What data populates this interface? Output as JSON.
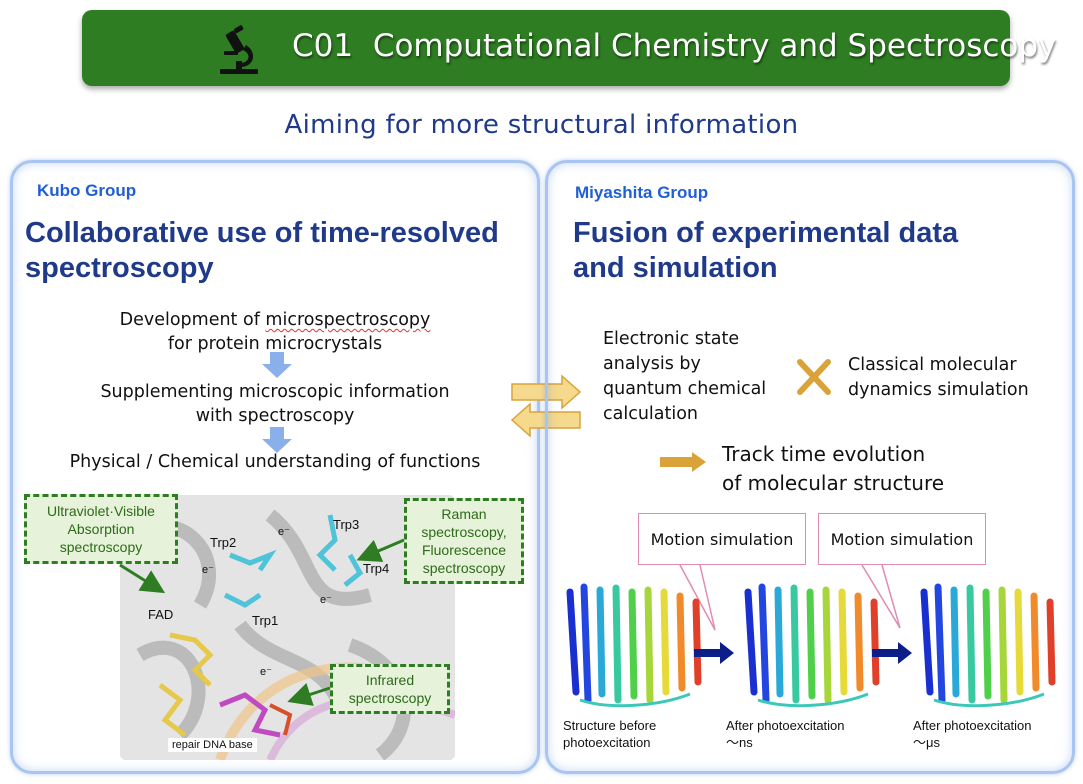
{
  "header": {
    "code": "C01",
    "title": "Computational Chemistry and Spectroscopy",
    "icon": "microscope-icon",
    "color": "#2e7d22"
  },
  "subtitle": "Aiming for more structural information",
  "left": {
    "group": "Kubo Group",
    "title_line1": "Collaborative use of time-resolved",
    "title_line2": "spectroscopy",
    "flow": {
      "step1_prefix": "Development of ",
      "step1_term": "microspectroscopy",
      "step1_line2": "for protein microcrystals",
      "step2_line1": "Supplementing microscopic information",
      "step2_line2": "with spectroscopy",
      "step3": "Physical / Chemical understanding of functions"
    },
    "figure": {
      "uv_line1": "Ultraviolet·Visible",
      "uv_line2": "Absorption",
      "uv_line3": "spectroscopy",
      "raman_line1": "Raman",
      "raman_line2": "spectroscopy,",
      "raman_line3": "Fluorescence",
      "raman_line4": "spectroscopy",
      "ir_line1": "Infrared",
      "ir_line2": "spectroscopy",
      "trp1": "Trp1",
      "trp2": "Trp2",
      "trp3": "Trp3",
      "trp4": "Trp4",
      "fad": "FAD",
      "electron": "e⁻",
      "dna": "repair DNA base"
    }
  },
  "right": {
    "group": "Miyashita Group",
    "title_line1": "Fusion of experimental data",
    "title_line2": "and simulation",
    "qc_line1": "Electronic state",
    "qc_line2": "analysis by",
    "qc_line3": "quantum chemical",
    "qc_line4": "calculation",
    "md_line1": "Classical molecular",
    "md_line2": "dynamics simulation",
    "track_line1": "Track time evolution",
    "track_line2": "of molecular structure",
    "callout1": "Motion simulation",
    "callout2": "Motion simulation",
    "cap1_line1": "Structure before",
    "cap1_line2": "photoexcitation",
    "cap2_line1": "After photoexcitation",
    "cap2_line2": "～ns",
    "cap3_line1": "After photoexcitation",
    "cap3_line2": "～μs"
  },
  "colors": {
    "title_blue": "#1f3a8a",
    "group_blue": "#1f5fd6",
    "panel_border": "#a8c4f0",
    "arrow_gold": "#e9b84a",
    "cross_gold": "#d9a33a",
    "green_box": "#e6f2da"
  }
}
